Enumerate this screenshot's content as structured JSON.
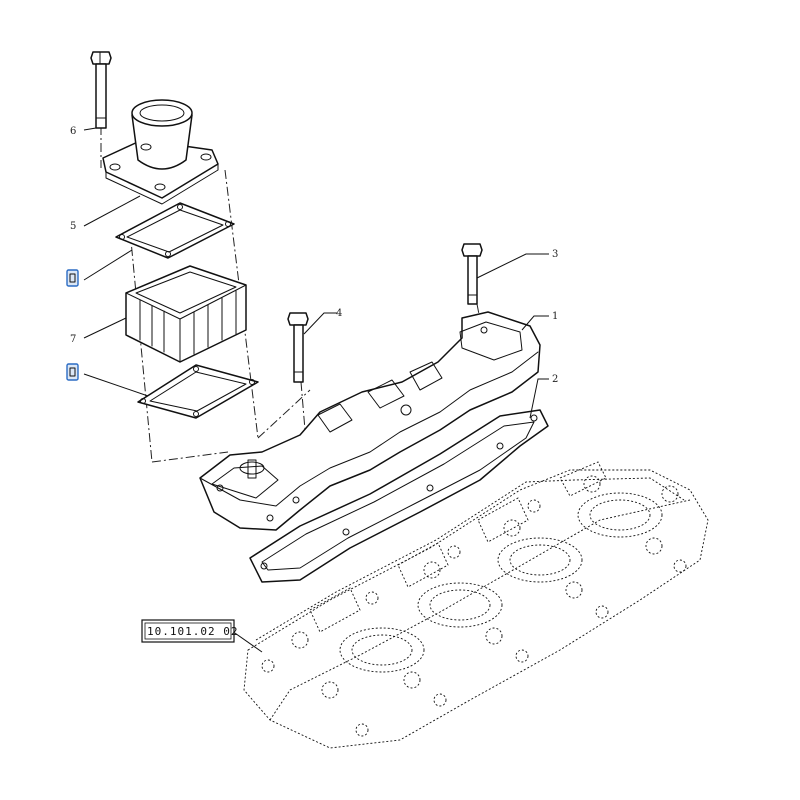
{
  "diagram": {
    "callouts": [
      {
        "id": "6",
        "label": "6"
      },
      {
        "id": "5",
        "label": "5"
      },
      {
        "id": "7",
        "label": "7"
      },
      {
        "id": "3",
        "label": "3"
      },
      {
        "id": "4",
        "label": "4"
      },
      {
        "id": "1",
        "label": "1"
      },
      {
        "id": "2",
        "label": "2"
      }
    ],
    "highlighted_markers": [
      {
        "id": "upper-gasket-marker",
        "color": "#2b6cc4"
      },
      {
        "id": "lower-gasket-marker",
        "color": "#2b6cc4"
      }
    ],
    "reference": {
      "label": "10.101.02 02"
    }
  }
}
